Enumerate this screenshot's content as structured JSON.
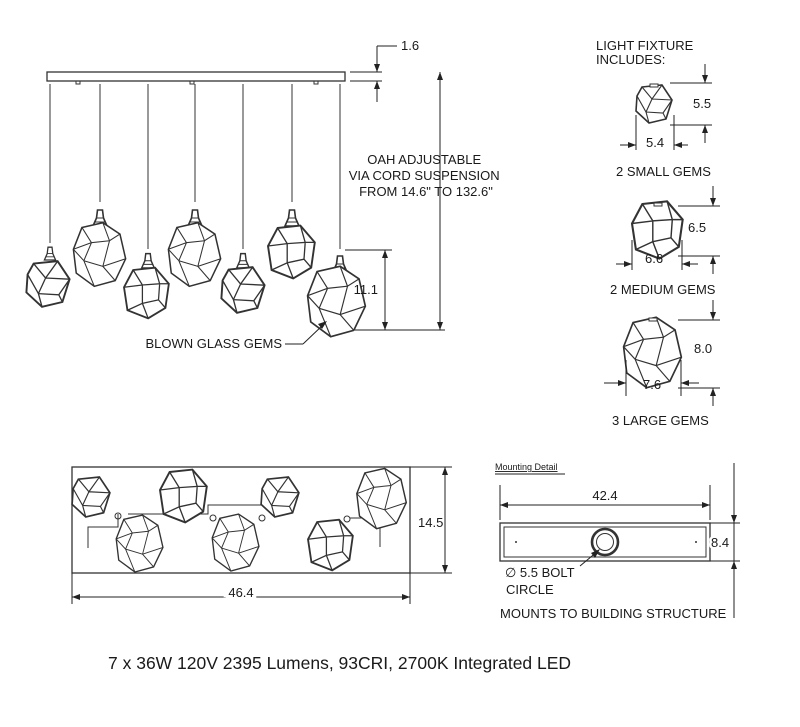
{
  "colors": {
    "line": "#333333",
    "background": "#ffffff",
    "text": "#1a1a1a"
  },
  "elevation": {
    "canopy_thickness": "1.6",
    "oah_note": [
      "OAH ADJUSTABLE",
      "VIA CORD SUSPENSION",
      "FROM 14.6\" TO 132.6\""
    ],
    "gem_height": "11.1",
    "gem_callout": "BLOWN GLASS GEMS"
  },
  "includes": {
    "title": [
      "LIGHT FIXTURE",
      "INCLUDES:"
    ],
    "small": {
      "height": "5.5",
      "width": "5.4",
      "label": "2 SMALL GEMS"
    },
    "medium": {
      "height": "6.5",
      "width": "6.6",
      "label": "2 MEDIUM GEMS"
    },
    "large": {
      "height": "8.0",
      "width": "7.6",
      "label": "3 LARGE GEMS"
    }
  },
  "plan": {
    "depth": "14.5",
    "length": "46.4"
  },
  "mounting": {
    "title": "Mounting Detail",
    "length": "42.4",
    "depth": "8.4",
    "bolt_note": [
      "∅ 5.5 BOLT",
      "CIRCLE"
    ],
    "mount_note": "MOUNTS TO BUILDING STRUCTURE"
  },
  "specs": "7 x 36W 120V 2395 Lumens, 93CRI, 2700K Integrated LED"
}
